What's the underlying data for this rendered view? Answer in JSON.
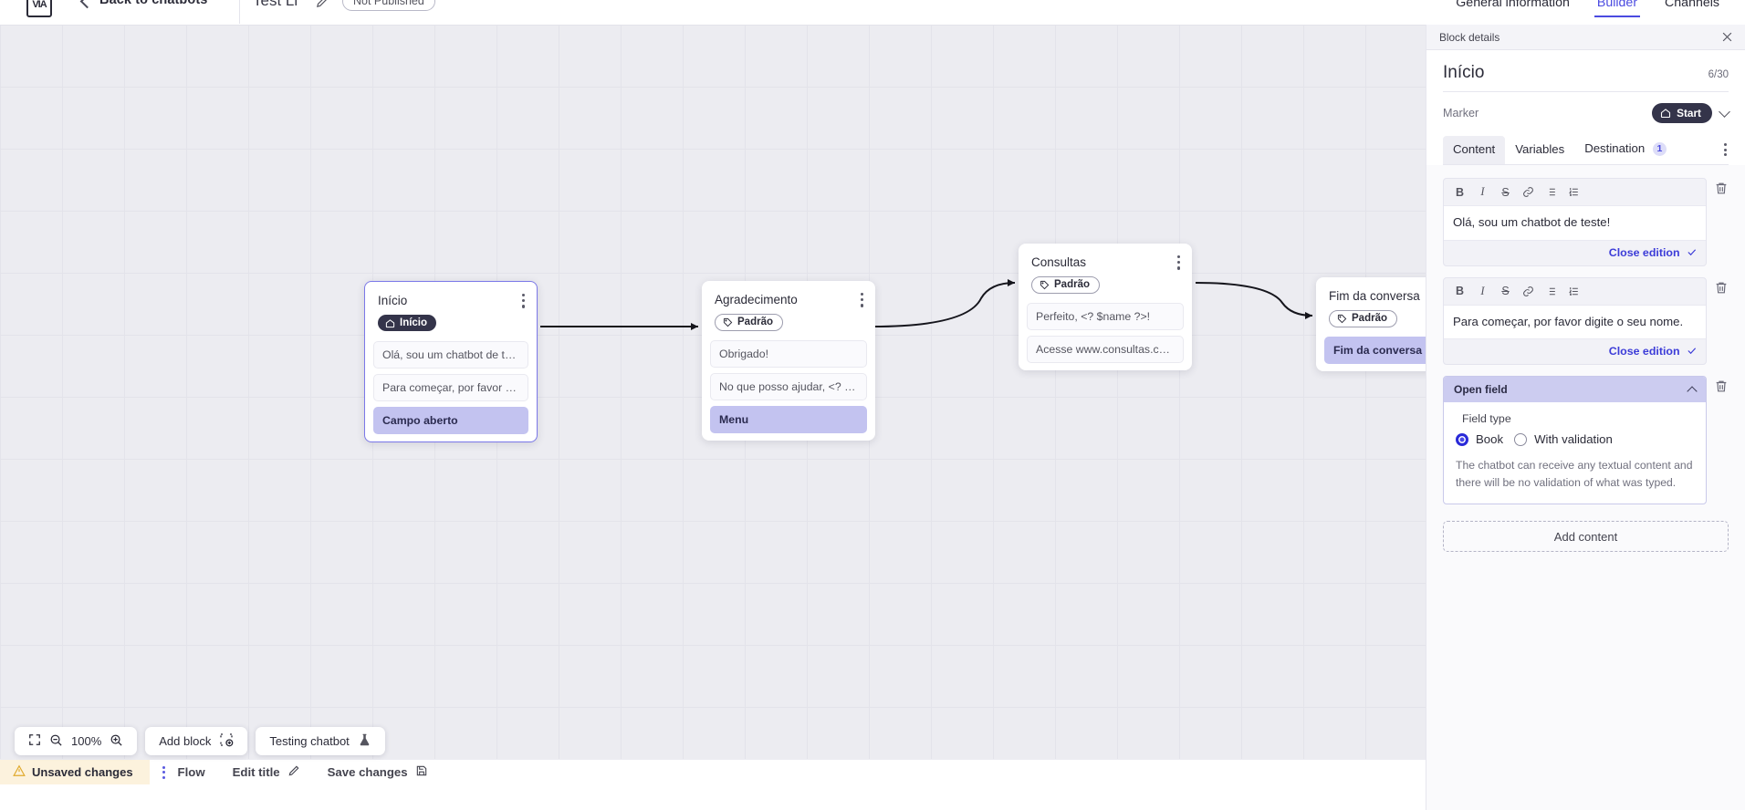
{
  "topbar": {
    "logo_glyph": "VIA",
    "back_label": "Back to chatbots",
    "bot_title": "Test Li",
    "publish_badge": "Not Published",
    "tabs": [
      {
        "label": "General information",
        "active": false
      },
      {
        "label": "Builder",
        "active": true
      },
      {
        "label": "Channels",
        "active": false
      }
    ]
  },
  "canvas": {
    "nodes": [
      {
        "title": "Início",
        "tag": "Início",
        "tag_type": "start",
        "messages": [
          {
            "text": "Olá, sou um chatbot de teste!",
            "accent": false
          },
          {
            "text": "Para começar, por favor digite o ...",
            "accent": false
          },
          {
            "text": "Campo aberto",
            "accent": true
          }
        ]
      },
      {
        "title": "Agradecimento",
        "tag": "Padrão",
        "tag_type": "default",
        "messages": [
          {
            "text": "Obrigado!",
            "accent": false
          },
          {
            "text": "No que posso ajudar, <? $name ...",
            "accent": false
          },
          {
            "text": "Menu",
            "accent": true
          }
        ]
      },
      {
        "title": "Consultas",
        "tag": "Padrão",
        "tag_type": "default",
        "messages": [
          {
            "text": "Perfeito, <? $name ?>!",
            "accent": false
          },
          {
            "text": "Acesse www.consultas.com par...",
            "accent": false
          }
        ]
      },
      {
        "title": "Fim da conversa",
        "tag": "Padrão",
        "tag_type": "default",
        "messages": [
          {
            "text": "Fim da conversa",
            "accent": true
          }
        ]
      }
    ]
  },
  "toolbar": {
    "zoom_level": "100%",
    "fit_icon": "fit-screen-icon",
    "zoom_out_icon": "zoom-out-icon",
    "zoom_in_icon": "zoom-in-icon",
    "add_block_label": "Add block",
    "testing_label": "Testing chatbot"
  },
  "statusbar": {
    "unsaved_label": "Unsaved changes",
    "flow_label": "Flow",
    "edit_title_label": "Edit title",
    "save_label": "Save changes"
  },
  "panel": {
    "header_label": "Block details",
    "title": "Início",
    "counter": "6/30",
    "marker_label": "Marker",
    "marker_value": "Start",
    "tabs": [
      {
        "label": "Content",
        "active": true,
        "badge": ""
      },
      {
        "label": "Variables",
        "active": false,
        "badge": ""
      },
      {
        "label": "Destination",
        "active": false,
        "badge": "1"
      }
    ],
    "editors": [
      {
        "text": "Olá, sou um chatbot de teste!",
        "close_label": "Close edition"
      },
      {
        "text": "Para começar, por favor digite o seu nome.",
        "close_label": "Close edition"
      }
    ],
    "editor_tools": [
      "B",
      "I",
      "S",
      "link-icon",
      "bullet-list-icon",
      "numbered-list-icon"
    ],
    "open_field": {
      "header": "Open field",
      "field_type_label": "Field type",
      "options": [
        {
          "label": "Book",
          "selected": true
        },
        {
          "label": "With validation",
          "selected": false
        }
      ],
      "description": "The chatbot can receive any textual content and there will be no validation of what was typed."
    },
    "add_content_label": "Add content"
  },
  "colors": {
    "accent": "#4a4ae0",
    "node_accent": "#c3c3f0",
    "dark_badge": "#34344a",
    "warning_bg": "#fcf2dd"
  }
}
